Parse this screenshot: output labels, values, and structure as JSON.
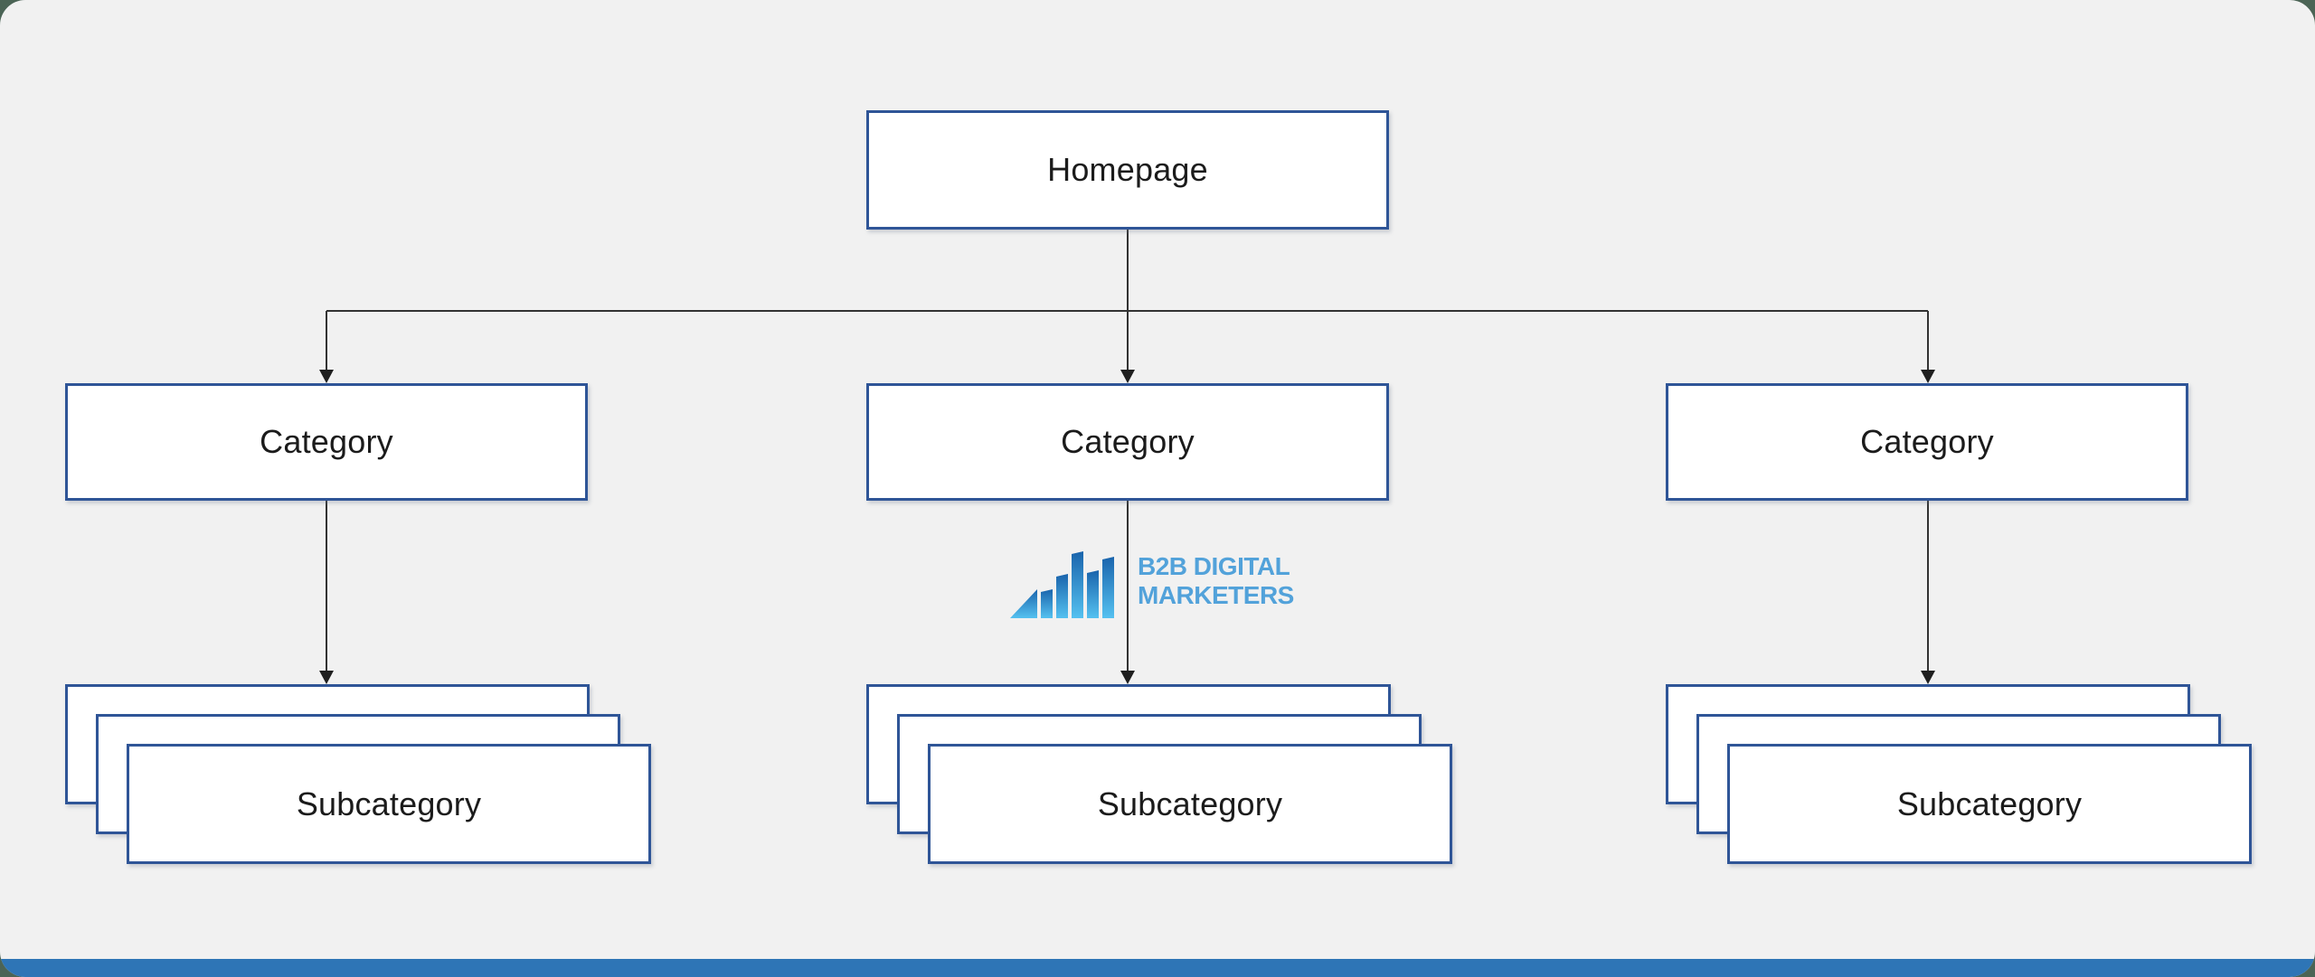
{
  "diagram": {
    "homepage": {
      "label": "Homepage"
    },
    "categories": [
      {
        "label": "Category"
      },
      {
        "label": "Category"
      },
      {
        "label": "Category"
      }
    ],
    "subcategory_stacks": [
      {
        "label": "Subcategory",
        "stack_count": 3
      },
      {
        "label": "Subcategory",
        "stack_count": 3
      },
      {
        "label": "Subcategory",
        "stack_count": 3
      }
    ]
  },
  "logo": {
    "line1": "B2B DIGITAL",
    "line2": "MARKETERS",
    "icon": "growth-bar-chart-icon"
  },
  "colors": {
    "page_background": "#4B6455",
    "canvas_background": "#F1F1F1",
    "box_border": "#2F5597",
    "box_fill": "#FFFFFF",
    "connector": "#333333",
    "arrowhead": "#1F1F1F",
    "bottom_bar": "#2E75B6",
    "logo_text": "#52A2DA",
    "logo_icon_gradient_top": "#1A64AC",
    "logo_icon_gradient_bottom": "#55C1F0"
  }
}
